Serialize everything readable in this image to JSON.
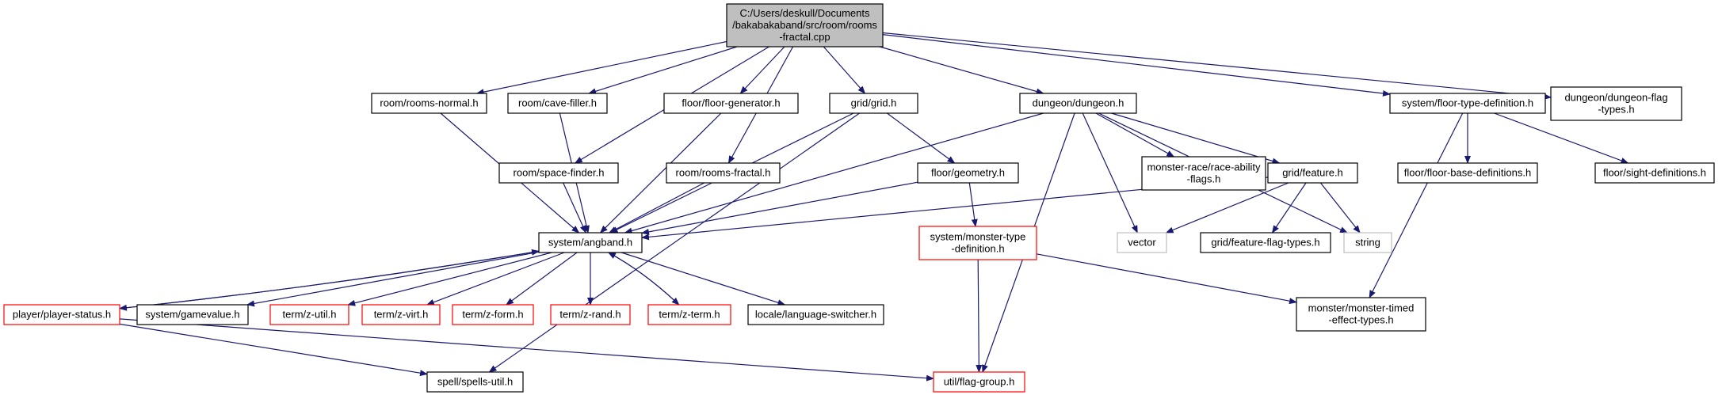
{
  "diagram": {
    "type": "include-dependency-graph",
    "colors": {
      "edge": "#191970",
      "root_fill": "#bfbfbf",
      "border_black": "#000000",
      "border_red": "#ff0000",
      "border_gray": "#bfbfbf"
    },
    "nodes": [
      {
        "id": "root",
        "lines": [
          "C:/Users/deskull/Documents",
          "/bakabakaband/src/room/rooms",
          "-fractal.cpp"
        ],
        "style": "root"
      },
      {
        "id": "rooms-normal",
        "lines": [
          "room/rooms-normal.h"
        ],
        "style": "black"
      },
      {
        "id": "cave-filler",
        "lines": [
          "room/cave-filler.h"
        ],
        "style": "black"
      },
      {
        "id": "floor-generator",
        "lines": [
          "floor/floor-generator.h"
        ],
        "style": "black"
      },
      {
        "id": "grid",
        "lines": [
          "grid/grid.h"
        ],
        "style": "black"
      },
      {
        "id": "dungeon",
        "lines": [
          "dungeon/dungeon.h"
        ],
        "style": "black"
      },
      {
        "id": "floor-type-definition",
        "lines": [
          "system/floor-type-definition.h"
        ],
        "style": "black"
      },
      {
        "id": "dungeon-flag-types",
        "lines": [
          "dungeon/dungeon-flag",
          "-types.h"
        ],
        "style": "black"
      },
      {
        "id": "space-finder",
        "lines": [
          "room/space-finder.h"
        ],
        "style": "black"
      },
      {
        "id": "rooms-fractal",
        "lines": [
          "room/rooms-fractal.h"
        ],
        "style": "black"
      },
      {
        "id": "geometry",
        "lines": [
          "floor/geometry.h"
        ],
        "style": "black"
      },
      {
        "id": "race-ability-flags",
        "lines": [
          "monster-race/race-ability",
          "-flags.h"
        ],
        "style": "black"
      },
      {
        "id": "feature",
        "lines": [
          "grid/feature.h"
        ],
        "style": "black"
      },
      {
        "id": "floor-base-definitions",
        "lines": [
          "floor/floor-base-definitions.h"
        ],
        "style": "black"
      },
      {
        "id": "sight-definitions",
        "lines": [
          "floor/sight-definitions.h"
        ],
        "style": "black"
      },
      {
        "id": "angband",
        "lines": [
          "system/angband.h"
        ],
        "style": "black"
      },
      {
        "id": "monster-type-definition",
        "lines": [
          "system/monster-type",
          "-definition.h"
        ],
        "style": "red"
      },
      {
        "id": "vector",
        "lines": [
          "vector"
        ],
        "style": "gray"
      },
      {
        "id": "feature-flag-types",
        "lines": [
          "grid/feature-flag-types.h"
        ],
        "style": "black"
      },
      {
        "id": "string",
        "lines": [
          "string"
        ],
        "style": "gray"
      },
      {
        "id": "player-status",
        "lines": [
          "player/player-status.h"
        ],
        "style": "red"
      },
      {
        "id": "gamevalue",
        "lines": [
          "system/gamevalue.h"
        ],
        "style": "black"
      },
      {
        "id": "z-util",
        "lines": [
          "term/z-util.h"
        ],
        "style": "red"
      },
      {
        "id": "z-virt",
        "lines": [
          "term/z-virt.h"
        ],
        "style": "red"
      },
      {
        "id": "z-form",
        "lines": [
          "term/z-form.h"
        ],
        "style": "red"
      },
      {
        "id": "z-rand",
        "lines": [
          "term/z-rand.h"
        ],
        "style": "red"
      },
      {
        "id": "z-term",
        "lines": [
          "term/z-term.h"
        ],
        "style": "red"
      },
      {
        "id": "language-switcher",
        "lines": [
          "locale/language-switcher.h"
        ],
        "style": "black"
      },
      {
        "id": "monster-timed-effect-types",
        "lines": [
          "monster/monster-timed",
          "-effect-types.h"
        ],
        "style": "black"
      },
      {
        "id": "spells-util",
        "lines": [
          "spell/spells-util.h"
        ],
        "style": "black"
      },
      {
        "id": "flag-group",
        "lines": [
          "util/flag-group.h"
        ],
        "style": "red"
      }
    ],
    "edges": [
      [
        "root",
        "rooms-normal"
      ],
      [
        "root",
        "cave-filler"
      ],
      [
        "root",
        "floor-generator"
      ],
      [
        "root",
        "grid"
      ],
      [
        "root",
        "dungeon"
      ],
      [
        "root",
        "floor-type-definition"
      ],
      [
        "root",
        "dungeon-flag-types"
      ],
      [
        "root",
        "space-finder"
      ],
      [
        "root",
        "rooms-fractal"
      ],
      [
        "rooms-normal",
        "angband"
      ],
      [
        "cave-filler",
        "angband"
      ],
      [
        "floor-generator",
        "angband"
      ],
      [
        "space-finder",
        "angband"
      ],
      [
        "rooms-fractal",
        "angband"
      ],
      [
        "grid",
        "angband"
      ],
      [
        "grid",
        "geometry"
      ],
      [
        "grid",
        "spells-util"
      ],
      [
        "dungeon",
        "angband"
      ],
      [
        "dungeon",
        "race-ability-flags"
      ],
      [
        "dungeon",
        "feature"
      ],
      [
        "dungeon",
        "vector"
      ],
      [
        "dungeon",
        "string"
      ],
      [
        "dungeon",
        "flag-group"
      ],
      [
        "floor-type-definition",
        "floor-base-definitions"
      ],
      [
        "floor-type-definition",
        "sight-definitions"
      ],
      [
        "floor-type-definition",
        "monster-timed-effect-types"
      ],
      [
        "geometry",
        "angband"
      ],
      [
        "geometry",
        "monster-type-definition"
      ],
      [
        "feature",
        "angband"
      ],
      [
        "feature",
        "vector"
      ],
      [
        "feature",
        "feature-flag-types"
      ],
      [
        "feature",
        "string"
      ],
      [
        "monster-type-definition",
        "flag-group"
      ],
      [
        "monster-type-definition",
        "monster-timed-effect-types"
      ],
      [
        "angband",
        "player-status"
      ],
      [
        "angband",
        "gamevalue"
      ],
      [
        "angband",
        "z-util"
      ],
      [
        "angband",
        "z-virt"
      ],
      [
        "angband",
        "z-form"
      ],
      [
        "angband",
        "z-rand"
      ],
      [
        "angband",
        "z-term"
      ],
      [
        "angband",
        "language-switcher"
      ],
      [
        "player-status",
        "angband"
      ],
      [
        "z-term",
        "angband"
      ],
      [
        "player-status",
        "spells-util"
      ],
      [
        "player-status",
        "flag-group"
      ]
    ]
  }
}
